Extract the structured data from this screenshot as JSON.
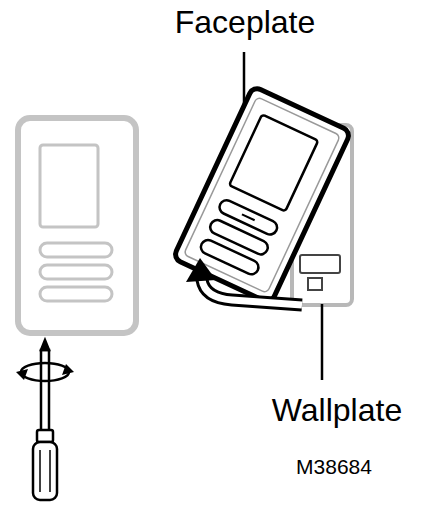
{
  "diagram": {
    "labels": [
      "Faceplate",
      "Wallplate",
      "M38684"
    ]
  }
}
